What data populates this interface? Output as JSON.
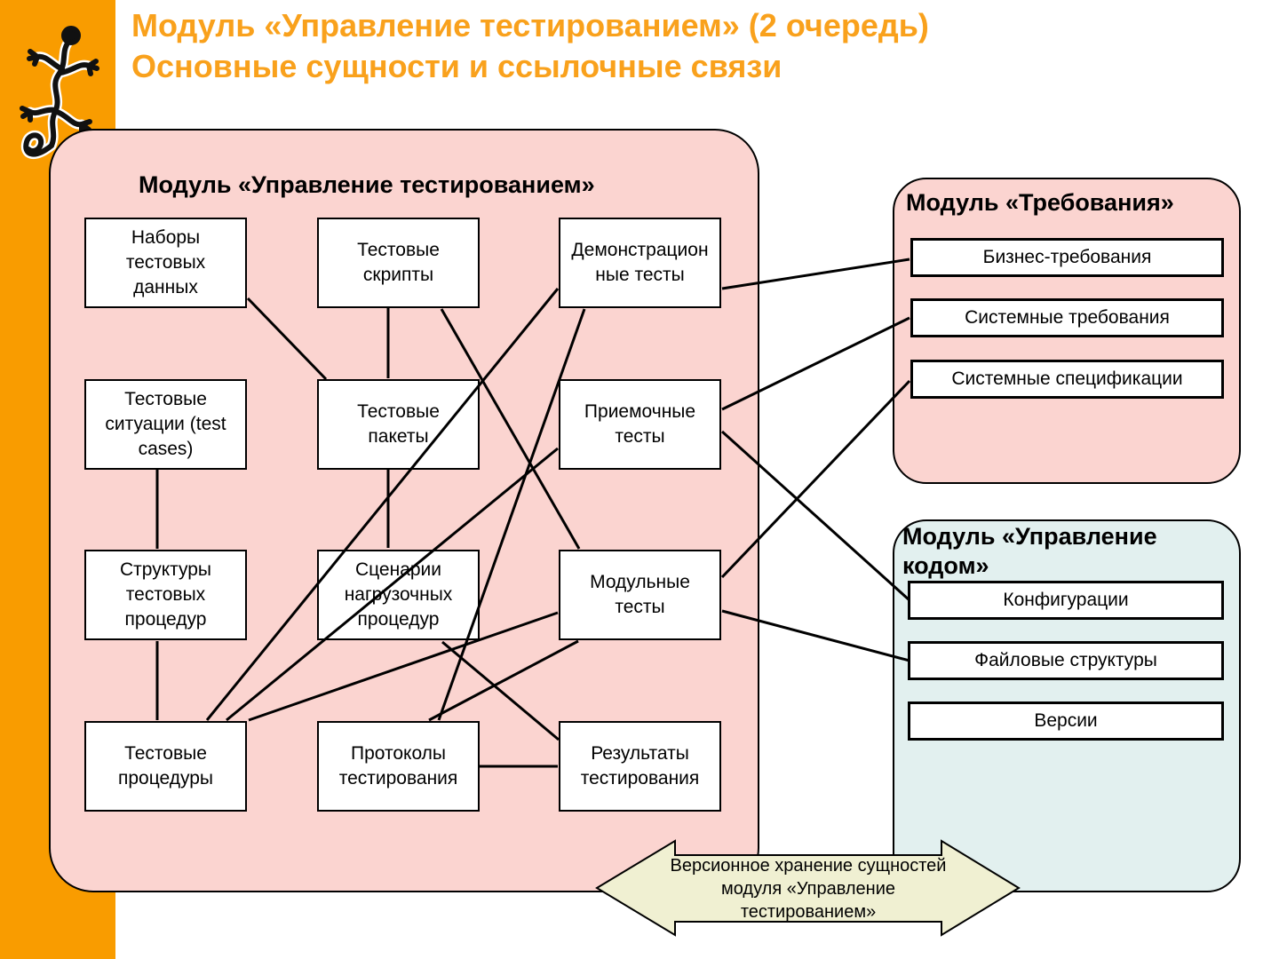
{
  "title": {
    "line1": "Модуль «Управление тестированием» (2 очередь)",
    "line2": "Основные сущности и ссылочные связи"
  },
  "main_module": {
    "title": "Модуль «Управление тестированием»",
    "boxes": [
      {
        "id": "test-data-sets",
        "label": "Наборы\nтестовых\nданных"
      },
      {
        "id": "test-scripts",
        "label": "Тестовые\nскрипты"
      },
      {
        "id": "demo-tests",
        "label": "Демонстрацион\nные тесты"
      },
      {
        "id": "test-cases",
        "label": "Тестовые\nситуации (test\ncases)"
      },
      {
        "id": "test-packages",
        "label": "Тестовые\nпакеты"
      },
      {
        "id": "acceptance-tests",
        "label": "Приемочные\nтесты"
      },
      {
        "id": "test-proc-structures",
        "label": "Структуры\nтестовых\nпроцедур"
      },
      {
        "id": "load-scenarios",
        "label": "Сценарии\nнагрузочных\nпроцедур"
      },
      {
        "id": "unit-tests",
        "label": "Модульные\nтесты"
      },
      {
        "id": "test-procedures",
        "label": "Тестовые\nпроцедуры"
      },
      {
        "id": "test-protocols",
        "label": "Протоколы\nтестирования"
      },
      {
        "id": "test-results",
        "label": "Результаты\nтестирования"
      }
    ]
  },
  "requirements_module": {
    "title": "Модуль «Требования»",
    "boxes": [
      {
        "id": "business-reqs",
        "label": "Бизнес-требования"
      },
      {
        "id": "system-reqs",
        "label": "Системные требования"
      },
      {
        "id": "system-specs",
        "label": "Системные спецификации"
      }
    ]
  },
  "code_module": {
    "title": "Модуль «Управление\nкодом»",
    "boxes": [
      {
        "id": "configurations",
        "label": "Конфигурации"
      },
      {
        "id": "file-structures",
        "label": "Файловые структуры"
      },
      {
        "id": "versions",
        "label": "Версии"
      }
    ]
  },
  "arrow": {
    "text": "Версионное хранение сущностей\nмодуля «Управление\nтестированием»"
  },
  "connections": [
    {
      "from": "test-data-sets",
      "to": "test-packages"
    },
    {
      "from": "test-scripts",
      "to": "test-packages"
    },
    {
      "from": "test-cases",
      "to": "test-proc-structures"
    },
    {
      "from": "test-proc-structures",
      "to": "test-procedures"
    },
    {
      "from": "test-packages",
      "to": "load-scenarios"
    },
    {
      "from": "test-protocols",
      "to": "test-results"
    },
    {
      "from": "test-scripts",
      "to": "unit-tests"
    },
    {
      "from": "test-procedures",
      "to": "demo-tests"
    },
    {
      "from": "test-procedures",
      "to": "acceptance-tests"
    },
    {
      "from": "test-procedures",
      "to": "unit-tests"
    },
    {
      "from": "test-protocols",
      "to": "unit-tests"
    },
    {
      "from": "demo-tests",
      "to": "test-protocols"
    },
    {
      "from": "load-scenarios",
      "to": "test-results"
    },
    {
      "from": "demo-tests",
      "to": "business-reqs"
    },
    {
      "from": "acceptance-tests",
      "to": "system-reqs"
    },
    {
      "from": "unit-tests",
      "to": "system-specs"
    },
    {
      "from": "acceptance-tests",
      "to": "configurations"
    },
    {
      "from": "unit-tests",
      "to": "file-structures"
    }
  ],
  "colors": {
    "sidebar_orange": "#F99C00",
    "title_orange": "#F9A11C",
    "panel_pink": "#FBD4D0",
    "panel_blue": "#E2F0EF",
    "arrow_yellow": "#F0F0D2",
    "line_black": "#000000"
  }
}
